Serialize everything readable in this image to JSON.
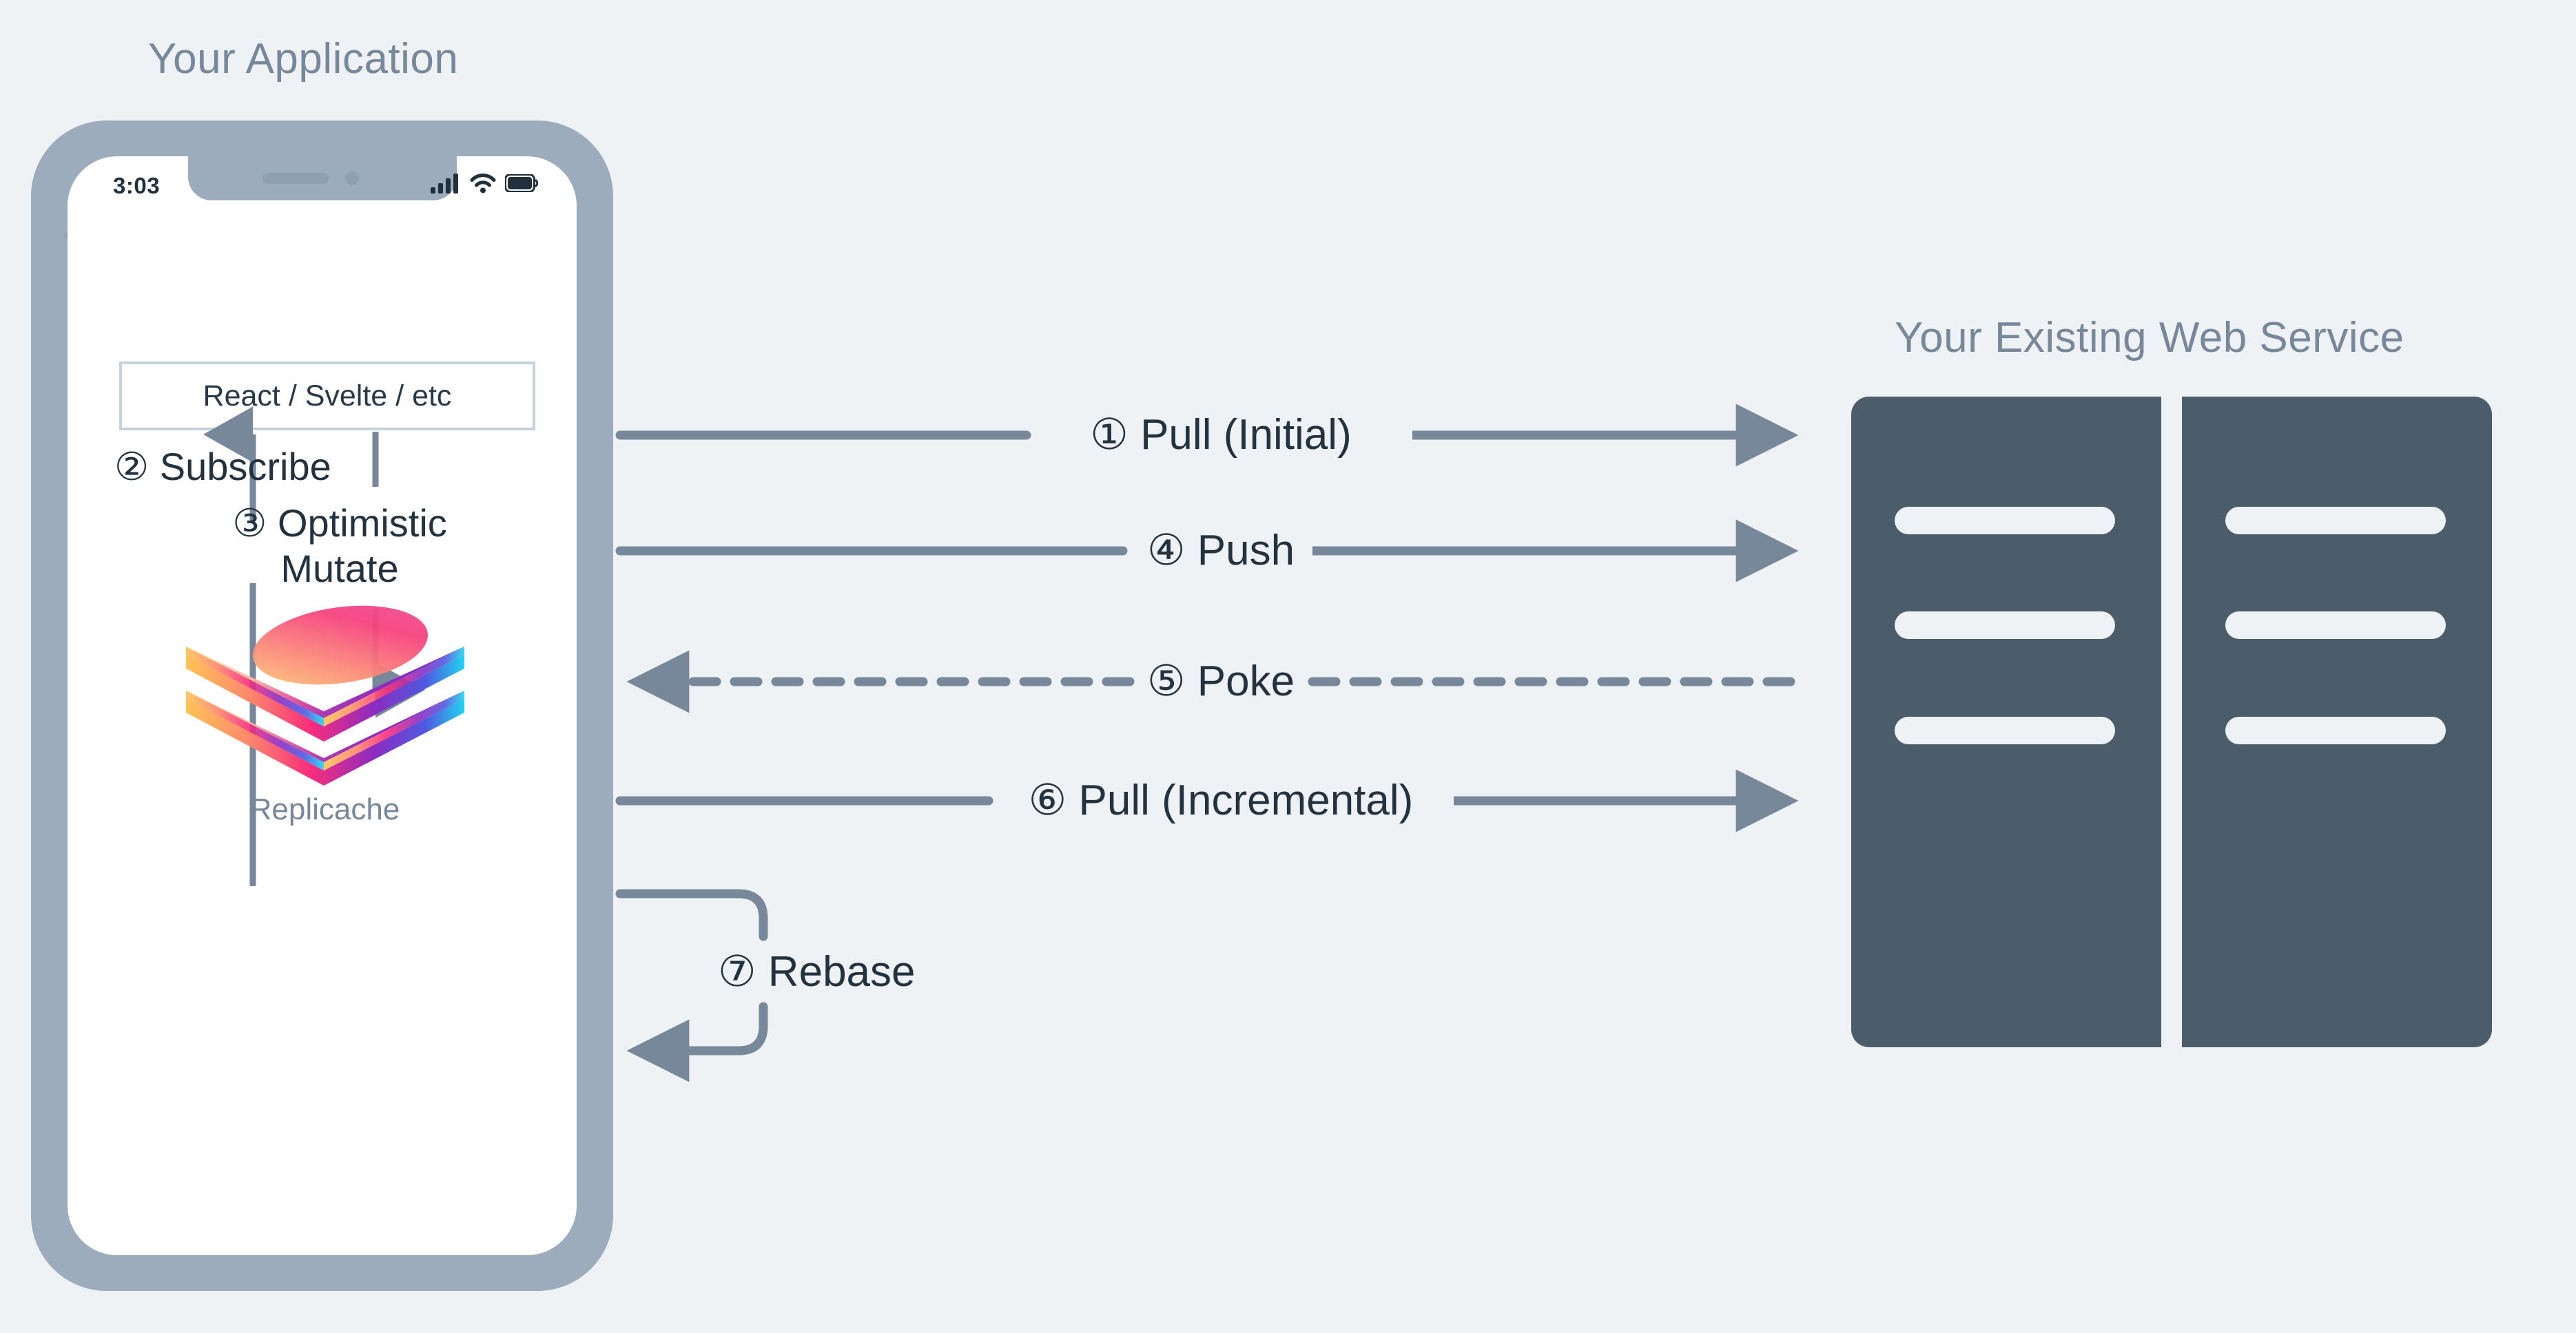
{
  "colors": {
    "background": "#eef2f5",
    "phone_frame": "#9cacbd",
    "phone_screen": "#ffffff",
    "title_text": "#77889a",
    "body_text": "#22323f",
    "connector": "#77889a",
    "server_body": "#4b5c6b",
    "server_slot": "#eef2f5",
    "box_border": "#c5d2dd"
  },
  "app": {
    "title": "Your Application",
    "phone": {
      "status_bar": {
        "time": "3:03",
        "icons": [
          "cellular-signal-icon",
          "wifi-icon",
          "battery-icon"
        ]
      },
      "framework_box": {
        "label": "React / Svelte / etc"
      },
      "flows": [
        {
          "id": "subscribe",
          "number": "②",
          "label": "Subscribe",
          "direction": "up"
        },
        {
          "id": "optimistic-mutate",
          "number": "③",
          "label": "Optimistic Mutate",
          "line1": "③ Optimistic",
          "line2": "Mutate",
          "direction": "down"
        }
      ],
      "datastore": {
        "name": "Replicache",
        "logo": "replicache-layers-logo"
      }
    }
  },
  "service": {
    "title": "Your Existing Web Service",
    "servers": [
      {
        "id": "server-left",
        "slots": 3
      },
      {
        "id": "server-right",
        "slots": 3
      }
    ]
  },
  "connectors": [
    {
      "id": "pull-initial",
      "number": "①",
      "label": "① Pull (Initial)",
      "style": "solid",
      "direction": "right"
    },
    {
      "id": "push",
      "number": "④",
      "label": "④ Push",
      "style": "solid",
      "direction": "right"
    },
    {
      "id": "poke",
      "number": "⑤",
      "label": "⑤ Poke",
      "style": "dashed",
      "direction": "left"
    },
    {
      "id": "pull-incremental",
      "number": "⑥",
      "label": "⑥ Pull (Incremental)",
      "style": "solid",
      "direction": "right"
    },
    {
      "id": "rebase",
      "number": "⑦",
      "label": "⑦ Rebase",
      "style": "solid",
      "direction": "loop-left"
    }
  ]
}
